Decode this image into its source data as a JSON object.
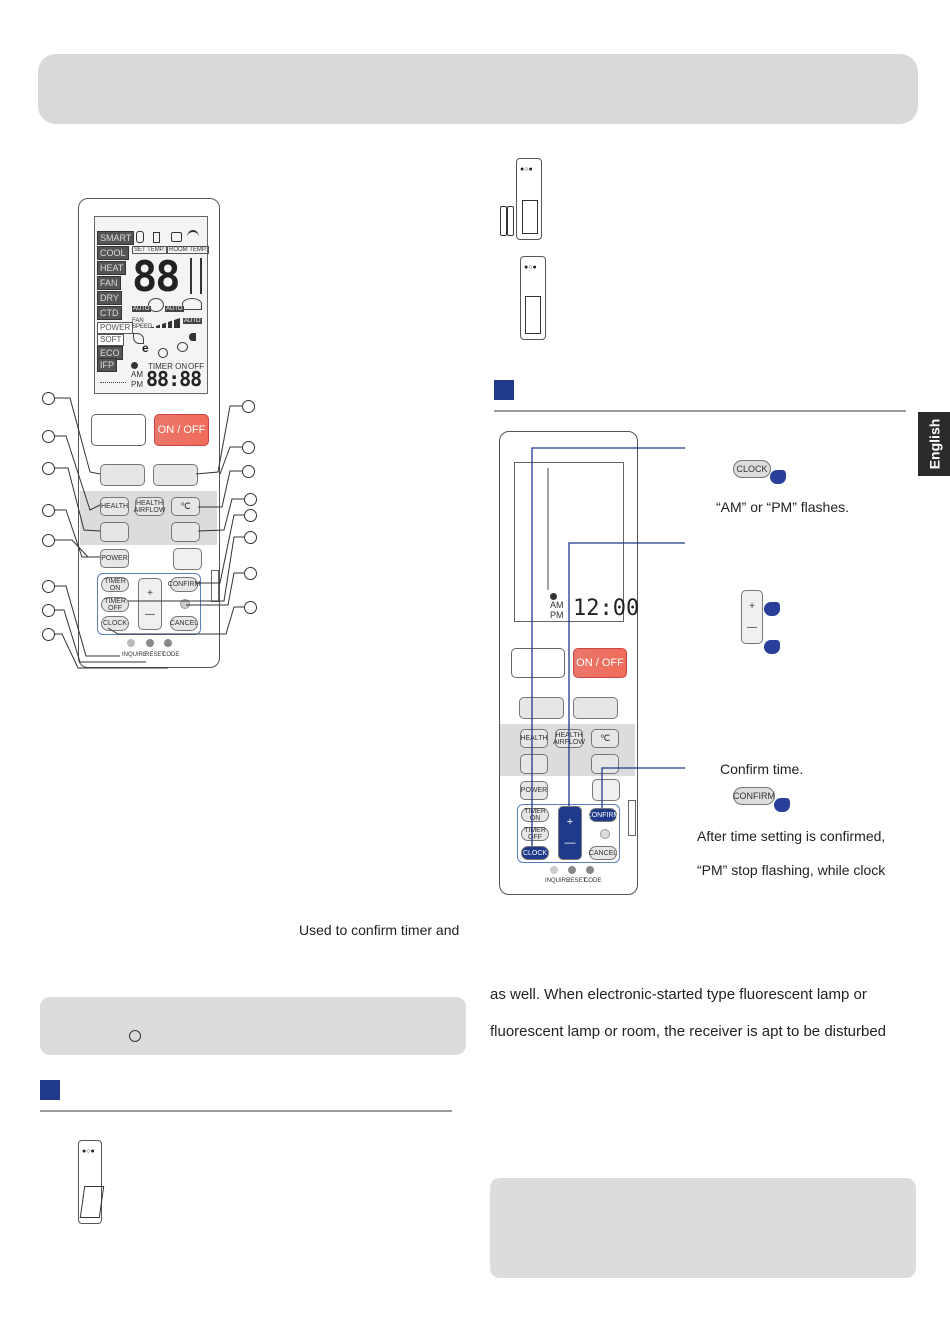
{
  "language_tab": "English",
  "remote_buttons": {
    "on_off": "ON / OFF",
    "health": "HEALTH",
    "health_airflow": "HEALTH\nAIRFLOW",
    "celsius": "℃",
    "power": "POWER",
    "timer_on": "TIMER ON",
    "timer_off": "TIMER OFF",
    "confirm": "CONFIRM",
    "cancel": "CANCEL",
    "clock": "CLOCK",
    "plus": "+",
    "minus": "—",
    "inquire": "INQUIRE",
    "reset": "RESET",
    "code": "CODE"
  },
  "lcd": {
    "modes": [
      "SMART",
      "COOL",
      "HEAT",
      "FAN",
      "DRY",
      "CTD"
    ],
    "modes2": [
      "POWER",
      "SOFT"
    ],
    "modes3": [
      "ECO",
      "IFP"
    ],
    "set_temp": "SET TEMP.",
    "room_temp": "ROOM TEMP.",
    "big_digits": "88",
    "auto": "AUTO",
    "fan_speed": "FAN\nSPEED",
    "timer_label": "TIMER ON",
    "off_label": "OFF",
    "am": "AM",
    "pm": "PM",
    "clock_digits": "88:88"
  },
  "clock_demo": {
    "am": "AM",
    "pm": "PM",
    "time": "12:00",
    "clock_button": "CLOCK",
    "confirm_button": "CONFIRM",
    "plus": "+",
    "minus": "—"
  },
  "text": {
    "am_pm_flashes": "“AM” or “PM” flashes.",
    "confirm_time": "Confirm time.",
    "after_setting": "After time setting is confirmed,",
    "pm_stop": "“PM” stop flashing, while clock",
    "used_to_confirm": "Used to confirm timer and",
    "as_well": "as well. When electronic-started type fluorescent lamp or",
    "fluorescent_room": "fluorescent lamp or room, the receiver is apt to be disturbed"
  },
  "colors": {
    "header_gray": "#d9d9db",
    "section_blue": "#1f3a8a",
    "onoff_red": "#f26b5a",
    "lang_tab": "#2b2b2b"
  }
}
